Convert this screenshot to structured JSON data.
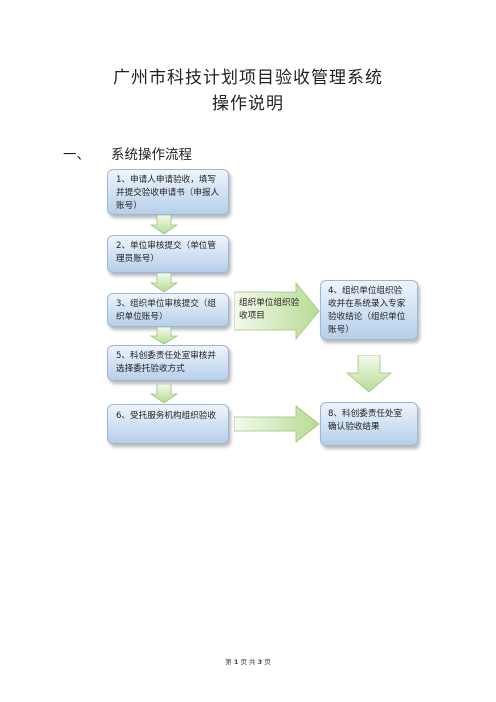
{
  "doc": {
    "title_line1": "广州市科技计划项目验收管理系统",
    "title_line2": "操作说明"
  },
  "section": {
    "number": "一、",
    "heading": "系统操作流程"
  },
  "flow": {
    "step1": "1、申请人申请验收，填写并提交验收申请书（申报人账号）",
    "step2": "2、单位审核提交（单位管理员账号）",
    "step3": "3、组织单位审核提交（组织单位账号）",
    "step4": "4、组织单位组织验收并在系统录入专家验收结论（组织单位账号）",
    "step5": "5、科创委责任处室审核并选择委托验收方式",
    "step6": "6、受托服务机构组织验收",
    "step8": "8、科创委责任处室确认验收结果",
    "arrow_label": "组织单位组织验收项目"
  },
  "footer": {
    "prefix": "第",
    "page": "1",
    "mid1": "页  共",
    "total": "3",
    "suffix": "页"
  },
  "colors": {
    "box_fill": "#cfe0f3",
    "arrow_fill": "#c8e6a8"
  }
}
